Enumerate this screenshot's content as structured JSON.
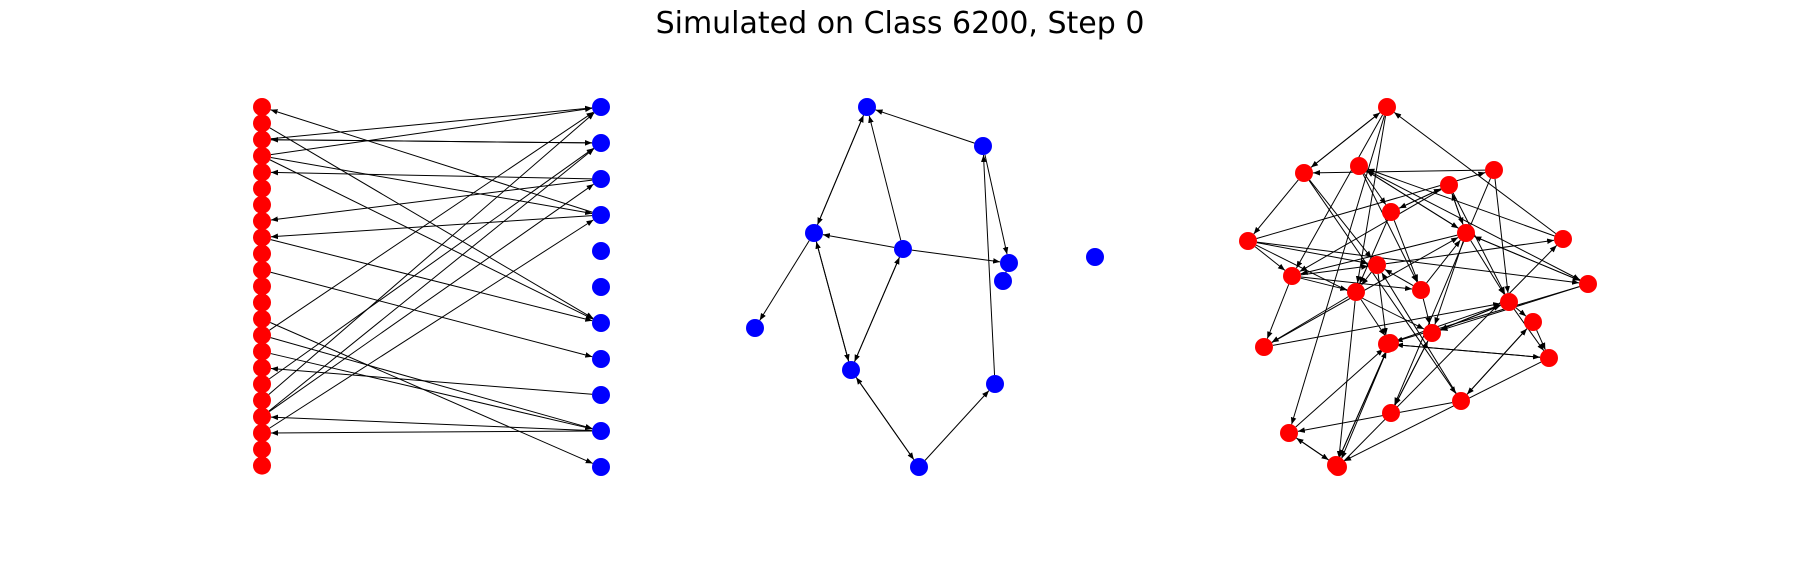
{
  "figure": {
    "title": "Simulated on Class 6200, Step 0"
  },
  "colors": {
    "red": "#ff0000",
    "blue": "#0000ff",
    "edge": "#000000"
  },
  "panels": [
    {
      "name": "bipartite-graph",
      "nodes": [
        {
          "id": "r0",
          "c": "red"
        },
        {
          "id": "r1",
          "c": "red"
        },
        {
          "id": "r2",
          "c": "red"
        },
        {
          "id": "r3",
          "c": "red"
        },
        {
          "id": "r4",
          "c": "red"
        },
        {
          "id": "r5",
          "c": "red"
        },
        {
          "id": "r6",
          "c": "red"
        },
        {
          "id": "r7",
          "c": "red"
        },
        {
          "id": "r8",
          "c": "red"
        },
        {
          "id": "r9",
          "c": "red"
        },
        {
          "id": "r10",
          "c": "red"
        },
        {
          "id": "r11",
          "c": "red"
        },
        {
          "id": "r12",
          "c": "red"
        },
        {
          "id": "r13",
          "c": "red"
        },
        {
          "id": "r14",
          "c": "red"
        },
        {
          "id": "r15",
          "c": "red"
        },
        {
          "id": "r16",
          "c": "red"
        },
        {
          "id": "r17",
          "c": "red"
        },
        {
          "id": "r18",
          "c": "red"
        },
        {
          "id": "r19",
          "c": "red"
        },
        {
          "id": "r20",
          "c": "red"
        },
        {
          "id": "r21",
          "c": "red"
        },
        {
          "id": "r22",
          "c": "red"
        },
        {
          "id": "b0",
          "c": "blue"
        },
        {
          "id": "b1",
          "c": "blue"
        },
        {
          "id": "b2",
          "c": "blue"
        },
        {
          "id": "b3",
          "c": "blue"
        },
        {
          "id": "b4",
          "c": "blue"
        },
        {
          "id": "b5",
          "c": "blue"
        },
        {
          "id": "b6",
          "c": "blue"
        },
        {
          "id": "b7",
          "c": "blue"
        },
        {
          "id": "b8",
          "c": "blue"
        },
        {
          "id": "b9",
          "c": "blue"
        },
        {
          "id": "b10",
          "c": "blue"
        }
      ],
      "edges": [
        [
          "b3",
          "r0"
        ],
        [
          "r3",
          "b0"
        ],
        [
          "r2",
          "b1"
        ],
        [
          "b1",
          "r2"
        ],
        [
          "r3",
          "b3"
        ],
        [
          "b2",
          "r4"
        ],
        [
          "r1",
          "b6"
        ],
        [
          "b2",
          "r7"
        ],
        [
          "b3",
          "r8"
        ],
        [
          "r3",
          "b6"
        ],
        [
          "r8",
          "b6"
        ],
        [
          "r14",
          "b0"
        ],
        [
          "r19",
          "b1"
        ],
        [
          "r19",
          "b2"
        ],
        [
          "r20",
          "b3"
        ],
        [
          "r10",
          "b7"
        ],
        [
          "b8",
          "r16"
        ],
        [
          "r13",
          "b10"
        ],
        [
          "b9",
          "r19"
        ],
        [
          "b9",
          "r20"
        ],
        [
          "r14",
          "b9"
        ],
        [
          "r18",
          "b0"
        ],
        [
          "r17",
          "b1"
        ],
        [
          "r15",
          "b9"
        ],
        [
          "r2",
          "b0"
        ]
      ]
    },
    {
      "name": "blue-graph",
      "nodes": [
        {
          "id": "g0",
          "c": "blue"
        },
        {
          "id": "g1",
          "c": "blue"
        },
        {
          "id": "g2",
          "c": "blue"
        },
        {
          "id": "g3",
          "c": "blue"
        },
        {
          "id": "g4",
          "c": "blue"
        },
        {
          "id": "g5",
          "c": "blue"
        },
        {
          "id": "g6",
          "c": "blue"
        },
        {
          "id": "g7",
          "c": "blue"
        },
        {
          "id": "g8",
          "c": "blue"
        },
        {
          "id": "g9",
          "c": "blue"
        },
        {
          "id": "g10",
          "c": "blue"
        }
      ],
      "edges": [
        [
          "g1",
          "g0"
        ],
        [
          "g0",
          "g3"
        ],
        [
          "g3",
          "g0"
        ],
        [
          "g4",
          "g0"
        ],
        [
          "g4",
          "g3"
        ],
        [
          "g3",
          "g5"
        ],
        [
          "g3",
          "g6"
        ],
        [
          "g6",
          "g3"
        ],
        [
          "g4",
          "g6"
        ],
        [
          "g6",
          "g4"
        ],
        [
          "g6",
          "g10"
        ],
        [
          "g10",
          "g6"
        ],
        [
          "g10",
          "g9"
        ],
        [
          "g9",
          "g1"
        ],
        [
          "g1",
          "g7"
        ],
        [
          "g4",
          "g7"
        ],
        [
          "g7",
          "g8"
        ],
        [
          "g8",
          "g7"
        ]
      ]
    },
    {
      "name": "red-graph",
      "nodes": [
        {
          "id": "n0",
          "c": "red"
        },
        {
          "id": "n1",
          "c": "red"
        },
        {
          "id": "n2",
          "c": "red"
        },
        {
          "id": "n3",
          "c": "red"
        },
        {
          "id": "n4",
          "c": "red"
        },
        {
          "id": "n5",
          "c": "red"
        },
        {
          "id": "n6",
          "c": "red"
        },
        {
          "id": "n7",
          "c": "red"
        },
        {
          "id": "n8",
          "c": "red"
        },
        {
          "id": "n9",
          "c": "red"
        },
        {
          "id": "n10",
          "c": "red"
        },
        {
          "id": "n11",
          "c": "red"
        },
        {
          "id": "n12",
          "c": "red"
        },
        {
          "id": "n13",
          "c": "red"
        },
        {
          "id": "n14",
          "c": "red"
        },
        {
          "id": "n15",
          "c": "red"
        },
        {
          "id": "n16",
          "c": "red"
        },
        {
          "id": "n17",
          "c": "red"
        },
        {
          "id": "n18",
          "c": "red"
        },
        {
          "id": "n19",
          "c": "red"
        },
        {
          "id": "n20",
          "c": "red"
        },
        {
          "id": "n21",
          "c": "red"
        },
        {
          "id": "n22",
          "c": "red"
        },
        {
          "id": "n23",
          "c": "red"
        },
        {
          "id": "n24",
          "c": "red"
        },
        {
          "id": "n25",
          "c": "red"
        }
      ],
      "edges": [
        [
          "n0",
          "n1"
        ],
        [
          "n1",
          "n0"
        ],
        [
          "n0",
          "n9"
        ],
        [
          "n0",
          "n12"
        ],
        [
          "n0",
          "n21"
        ],
        [
          "n1",
          "n7"
        ],
        [
          "n1",
          "n10"
        ],
        [
          "n1",
          "n19"
        ],
        [
          "n2",
          "n5"
        ],
        [
          "n2",
          "n6"
        ],
        [
          "n2",
          "n13"
        ],
        [
          "n2",
          "n11"
        ],
        [
          "n3",
          "n5"
        ],
        [
          "n3",
          "n6"
        ],
        [
          "n3",
          "n14"
        ],
        [
          "n3",
          "n9"
        ],
        [
          "n4",
          "n14"
        ],
        [
          "n4",
          "n1"
        ],
        [
          "n4",
          "n20"
        ],
        [
          "n5",
          "n3"
        ],
        [
          "n5",
          "n11"
        ],
        [
          "n5",
          "n12"
        ],
        [
          "n6",
          "n3"
        ],
        [
          "n6",
          "n2"
        ],
        [
          "n6",
          "n9"
        ],
        [
          "n6",
          "n13"
        ],
        [
          "n6",
          "n14"
        ],
        [
          "n6",
          "n15"
        ],
        [
          "n7",
          "n10"
        ],
        [
          "n7",
          "n9"
        ],
        [
          "n7",
          "n13"
        ],
        [
          "n7",
          "n15"
        ],
        [
          "n9",
          "n10"
        ],
        [
          "n9",
          "n12"
        ],
        [
          "n9",
          "n11"
        ],
        [
          "n9",
          "n16"
        ],
        [
          "n10",
          "n12"
        ],
        [
          "n10",
          "n8"
        ],
        [
          "n10",
          "n17"
        ],
        [
          "n11",
          "n6"
        ],
        [
          "n11",
          "n15"
        ],
        [
          "n12",
          "n22"
        ],
        [
          "n12",
          "n23"
        ],
        [
          "n12",
          "n16"
        ],
        [
          "n13",
          "n6"
        ],
        [
          "n13",
          "n15"
        ],
        [
          "n13",
          "n17"
        ],
        [
          "n14",
          "n15"
        ],
        [
          "n14",
          "n18"
        ],
        [
          "n14",
          "n24"
        ],
        [
          "n15",
          "n14"
        ],
        [
          "n15",
          "n20"
        ],
        [
          "n17",
          "n14"
        ],
        [
          "n17",
          "n18"
        ],
        [
          "n18",
          "n17"
        ],
        [
          "n18",
          "n25"
        ],
        [
          "n19",
          "n10"
        ],
        [
          "n19",
          "n24"
        ],
        [
          "n21",
          "n23"
        ],
        [
          "n21",
          "n25"
        ],
        [
          "n23",
          "n22"
        ],
        [
          "n23",
          "n25"
        ],
        [
          "n25",
          "n23"
        ],
        [
          "n25",
          "n21"
        ],
        [
          "n16",
          "n14"
        ],
        [
          "n8",
          "n0"
        ],
        [
          "n8",
          "n2"
        ],
        [
          "n11",
          "n10"
        ],
        [
          "n19",
          "n21"
        ],
        [
          "n24",
          "n19"
        ],
        [
          "n22",
          "n8"
        ],
        [
          "n24",
          "n18"
        ],
        [
          "n7",
          "n4"
        ],
        [
          "n20",
          "n15"
        ],
        [
          "n16",
          "n6"
        ]
      ]
    }
  ]
}
